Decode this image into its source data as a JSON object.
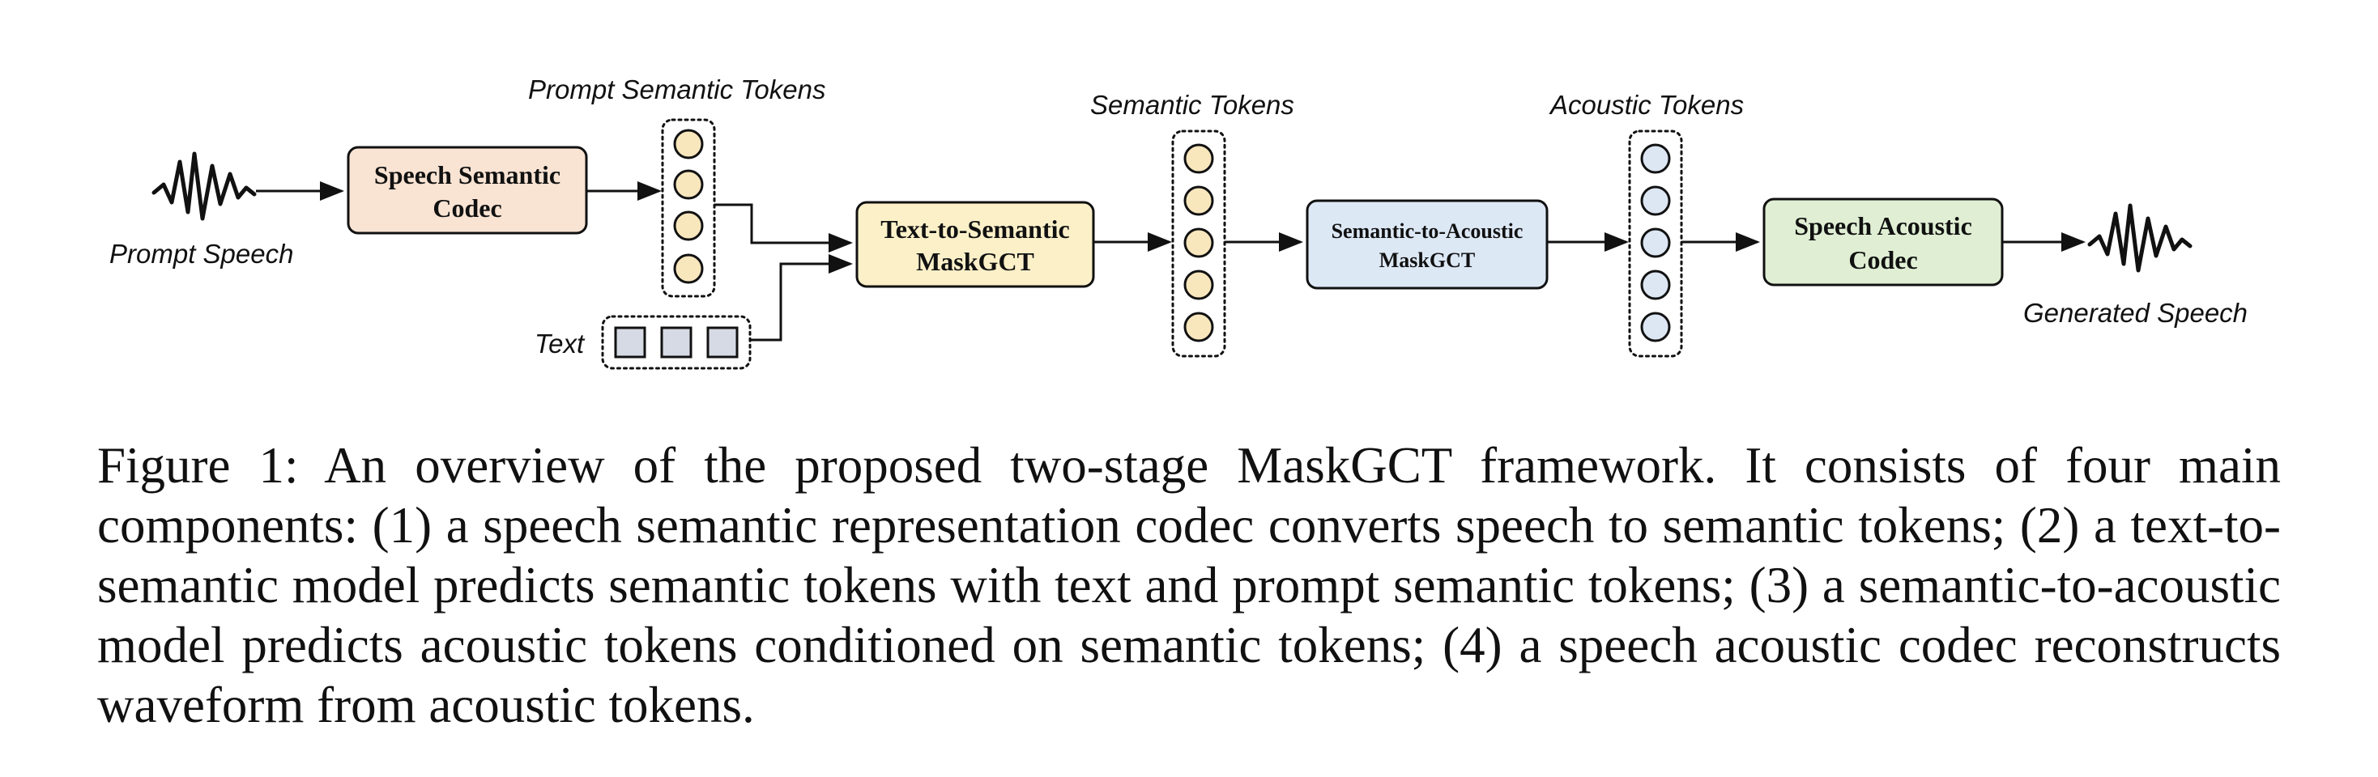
{
  "diagram": {
    "labels": {
      "prompt_speech": "Prompt Speech",
      "prompt_semantic_tokens": "Prompt Semantic Tokens",
      "text": "Text",
      "semantic_tokens": "Semantic Tokens",
      "acoustic_tokens": "Acoustic Tokens",
      "generated_speech": "Generated Speech"
    },
    "boxes": {
      "speech_semantic_codec": [
        "Speech Semantic",
        "Codec"
      ],
      "text_to_semantic": [
        "Text-to-Semantic",
        "MaskGCT"
      ],
      "semantic_to_acoustic": [
        "Semantic-to-Acoustic",
        "MaskGCT"
      ],
      "speech_acoustic_codec": [
        "Speech Acoustic",
        "Codec"
      ]
    },
    "colors": {
      "speech_semantic_codec": "#f9e3d3",
      "text_to_semantic": "#fbf0c8",
      "semantic_to_acoustic": "#dde8f5",
      "speech_acoustic_codec": "#e0efd4",
      "semantic_token": "#f8e6bd",
      "acoustic_token": "#dde6f3",
      "text_token": "#d6dae4"
    }
  },
  "caption": {
    "text": "Figure 1: An overview of the proposed two-stage MaskGCT framework. It consists of four main components: (1) a speech semantic representation codec converts speech to semantic tokens; (2) a text-to-semantic model predicts semantic tokens with text and prompt semantic tokens; (3) a semantic-to-acoustic model predicts acoustic tokens conditioned on semantic tokens; (4) a speech acoustic codec reconstructs waveform from acoustic tokens."
  }
}
